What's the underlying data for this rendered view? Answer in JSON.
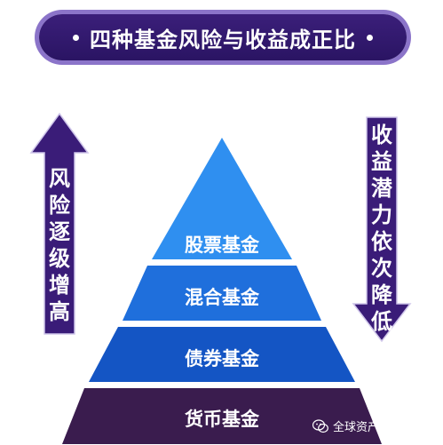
{
  "title": "四种基金风险与收益成正比",
  "left_arrow": {
    "text": "风险逐级增高",
    "color": "#3a1c78"
  },
  "right_arrow": {
    "text": "收益潜力依次降低",
    "color": "#3a1c78"
  },
  "pyramid": {
    "tiers": [
      {
        "label": "股票基金",
        "color": "#2f8ff0"
      },
      {
        "label": "混合基金",
        "color": "#1f6fdc"
      },
      {
        "label": "债券基金",
        "color": "#1455c4"
      },
      {
        "label": "货币基金",
        "color": "#3a1c4e"
      }
    ]
  },
  "watermark": {
    "icon": "wechat-icon",
    "text": "全球资产配置管家"
  },
  "colors": {
    "banner": "#2a1463",
    "banner_glow": "#8b74c9"
  }
}
